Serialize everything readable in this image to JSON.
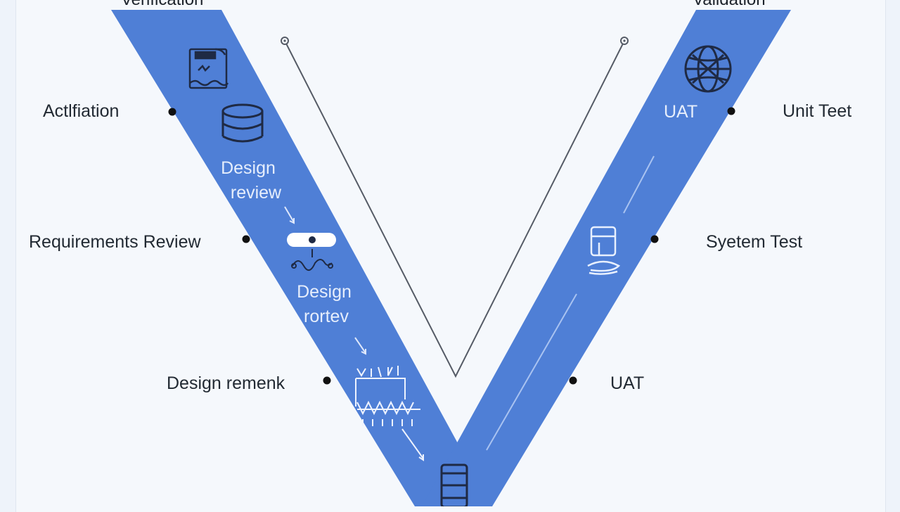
{
  "top": {
    "left_heading": "Verification",
    "right_heading": "Validation"
  },
  "left_labels": {
    "actification": "Actlfiation",
    "requirements_review": "Requirements Review",
    "design_remark": "Design remenk"
  },
  "right_labels": {
    "unit_test": "Unit Teet",
    "system_test": "Syetem Test",
    "uat": "UAT"
  },
  "inner_labels": {
    "design_review_1_line1": "Design",
    "design_review_1_line2": "review",
    "design_review_2_line1": "Design",
    "design_review_2_line2": "rortev",
    "uat_inner": "UAT"
  },
  "colors": {
    "band": "#4f7fd6",
    "band_dark": "#3f6cc3",
    "icon_dark": "#1f2a44",
    "icon_light": "#e8f0ff",
    "line": "#555b66",
    "background": "#f5f8fc"
  },
  "icons": [
    "document-icon",
    "database-icon",
    "toggle-icon",
    "circuit-icon",
    "cylinder-icon",
    "globe-icon",
    "server-icon"
  ]
}
